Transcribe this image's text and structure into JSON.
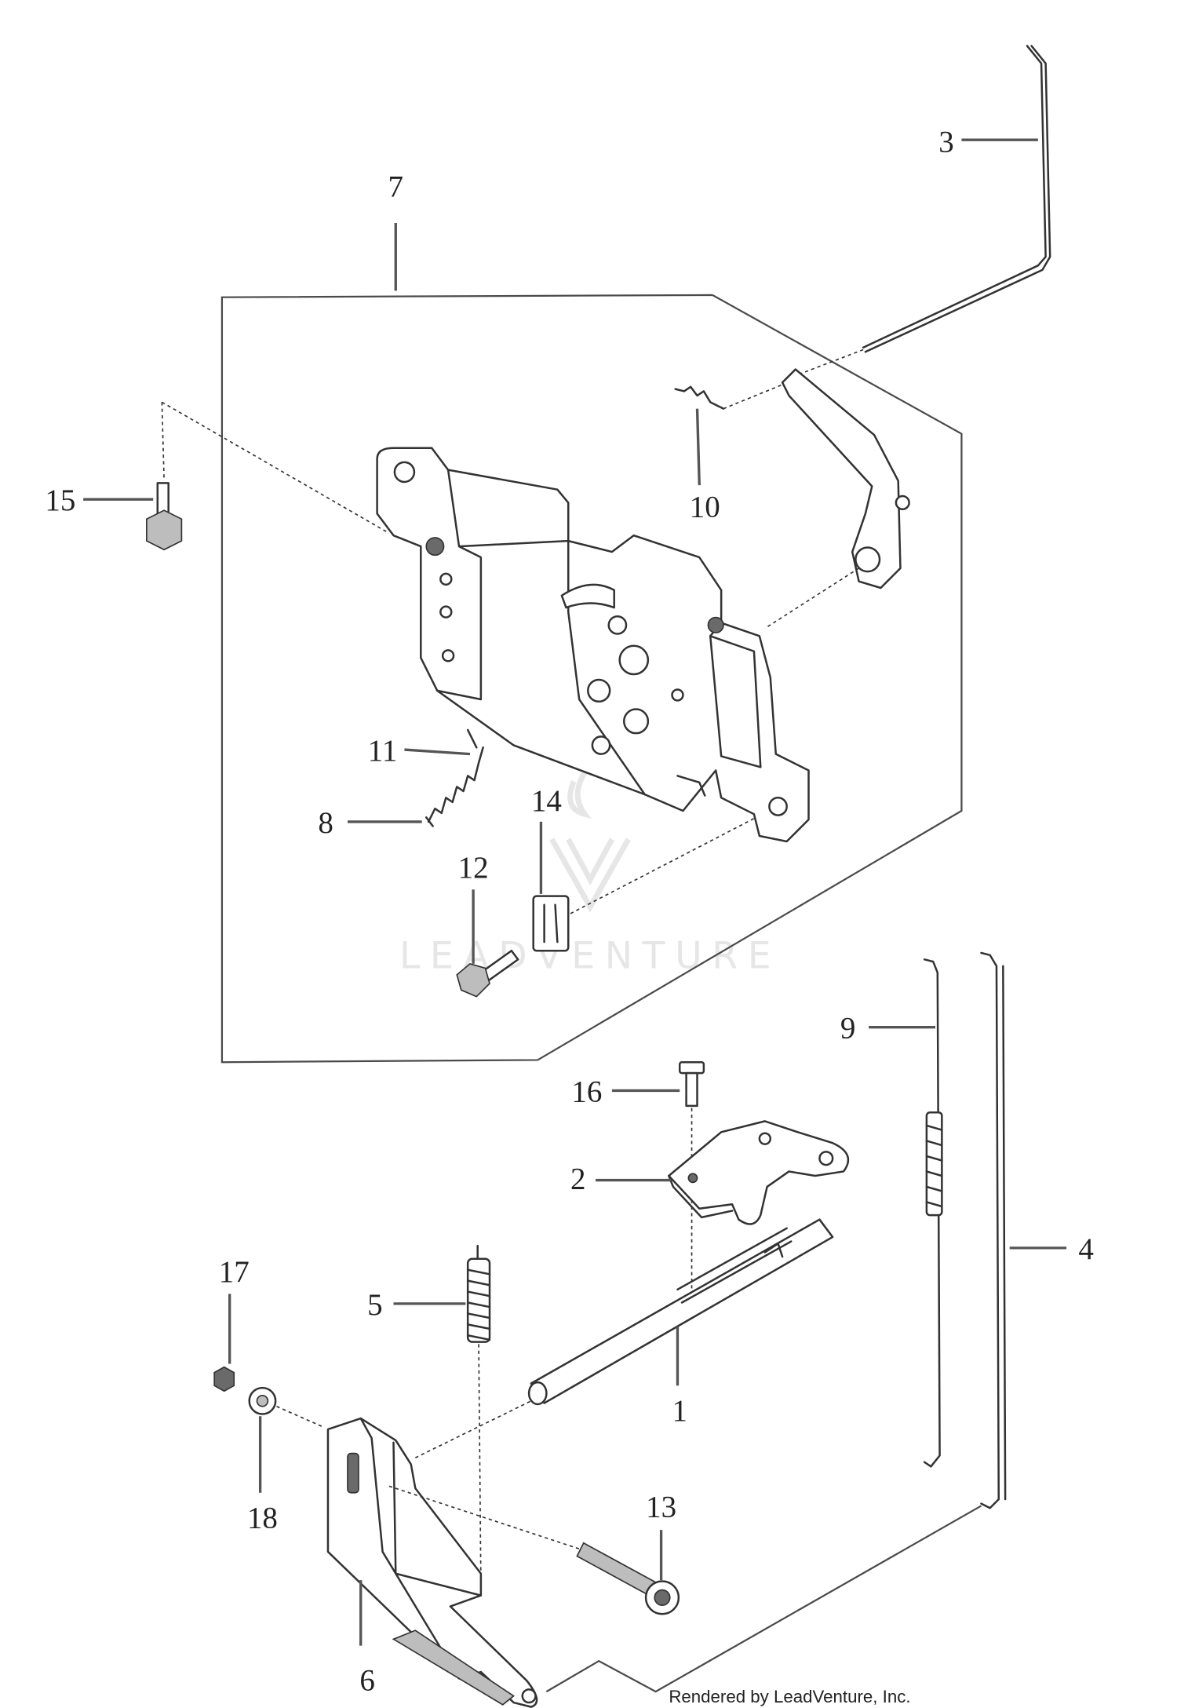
{
  "callouts": {
    "c1": "1",
    "c2": "2",
    "c3": "3",
    "c4": "4",
    "c5": "5",
    "c6": "6",
    "c7": "7",
    "c8": "8",
    "c9": "9",
    "c10": "10",
    "c11": "11",
    "c12": "12",
    "c13": "13",
    "c14": "14",
    "c15": "15",
    "c16": "16",
    "c17": "17",
    "c18": "18"
  },
  "credit": "Rendered by LeadVenture, Inc.",
  "watermark": "LEADVENTURE",
  "colors": {
    "line": "#333333",
    "leader": "#555555",
    "watermark": "#e6e6e6"
  }
}
